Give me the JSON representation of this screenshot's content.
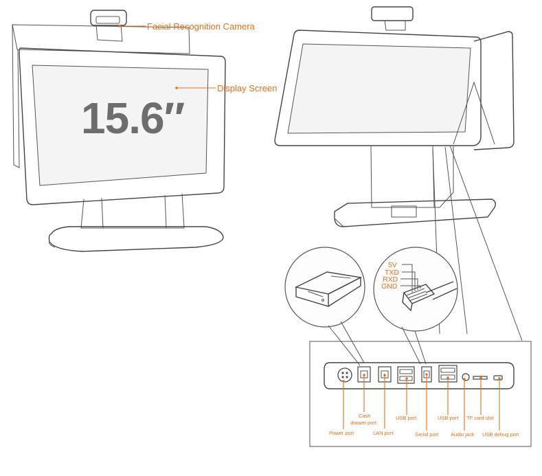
{
  "callouts": {
    "camera": "Facial Recognition Camera",
    "display": "Display Screen"
  },
  "screen_size": "15.6″",
  "serial_pins": [
    "5V",
    "TXD",
    "RXD",
    "GND"
  ],
  "ports": {
    "power": "Power port",
    "cash_drawer_1": "Cash",
    "cash_drawer_2": "drawer port",
    "lan": "LAN port",
    "usb_1": "USB port",
    "serial": "Serial port",
    "usb_2": "USB port",
    "audio": "Audio jack",
    "tf": "TF card slot",
    "usb_debug": "USB debug port"
  },
  "colors": {
    "accent": "#e8701a",
    "line": "#555555",
    "digits": "#6d6d6d"
  }
}
